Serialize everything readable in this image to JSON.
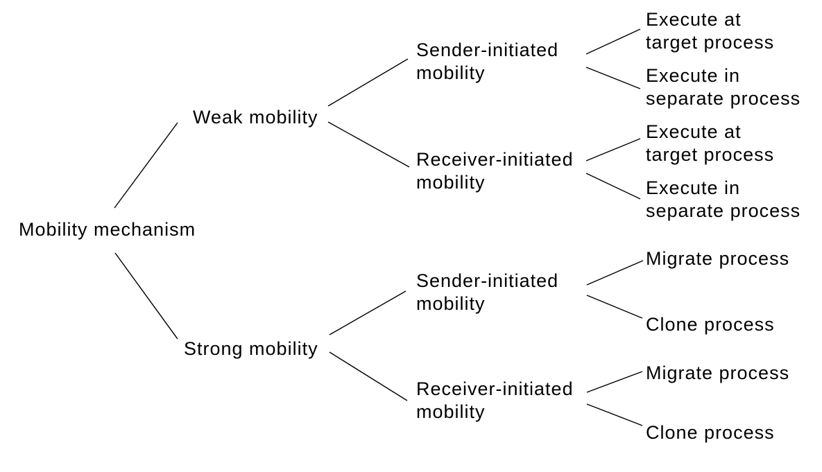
{
  "colors": {
    "background": "#ffffff",
    "text": "#000000",
    "connector": "#000000"
  },
  "tree": {
    "root": {
      "label": "Mobility mechanism",
      "label_lines": [
        "Mobility mechanism"
      ]
    },
    "branches": [
      {
        "label": "Weak mobility",
        "label_lines": [
          "Weak mobility"
        ],
        "children": [
          {
            "label": "Sender-initiated mobility",
            "label_lines": [
              "Sender-initiated",
              "mobility"
            ],
            "leaves": [
              {
                "label": "Execute at target process",
                "label_lines": [
                  "Execute at",
                  "target process"
                ]
              },
              {
                "label": "Execute in separate process",
                "label_lines": [
                  "Execute in",
                  "separate process"
                ]
              }
            ]
          },
          {
            "label": "Receiver-initiated mobility",
            "label_lines": [
              "Receiver-initiated",
              "mobility"
            ],
            "leaves": [
              {
                "label": "Execute at target process",
                "label_lines": [
                  "Execute at",
                  "target process"
                ]
              },
              {
                "label": "Execute in separate process",
                "label_lines": [
                  "Execute in",
                  "separate process"
                ]
              }
            ]
          }
        ]
      },
      {
        "label": "Strong mobility",
        "label_lines": [
          "Strong mobility"
        ],
        "children": [
          {
            "label": "Sender-initiated mobility",
            "label_lines": [
              "Sender-initiated",
              "mobility"
            ],
            "leaves": [
              {
                "label": "Migrate process",
                "label_lines": [
                  "Migrate process"
                ]
              },
              {
                "label": "Clone process",
                "label_lines": [
                  "Clone process"
                ]
              }
            ]
          },
          {
            "label": "Receiver-initiated mobility",
            "label_lines": [
              "Receiver-initiated",
              "mobility"
            ],
            "leaves": [
              {
                "label": "Migrate process",
                "label_lines": [
                  "Migrate process"
                ]
              },
              {
                "label": "Clone process",
                "label_lines": [
                  "Clone process"
                ]
              }
            ]
          }
        ]
      }
    ]
  }
}
